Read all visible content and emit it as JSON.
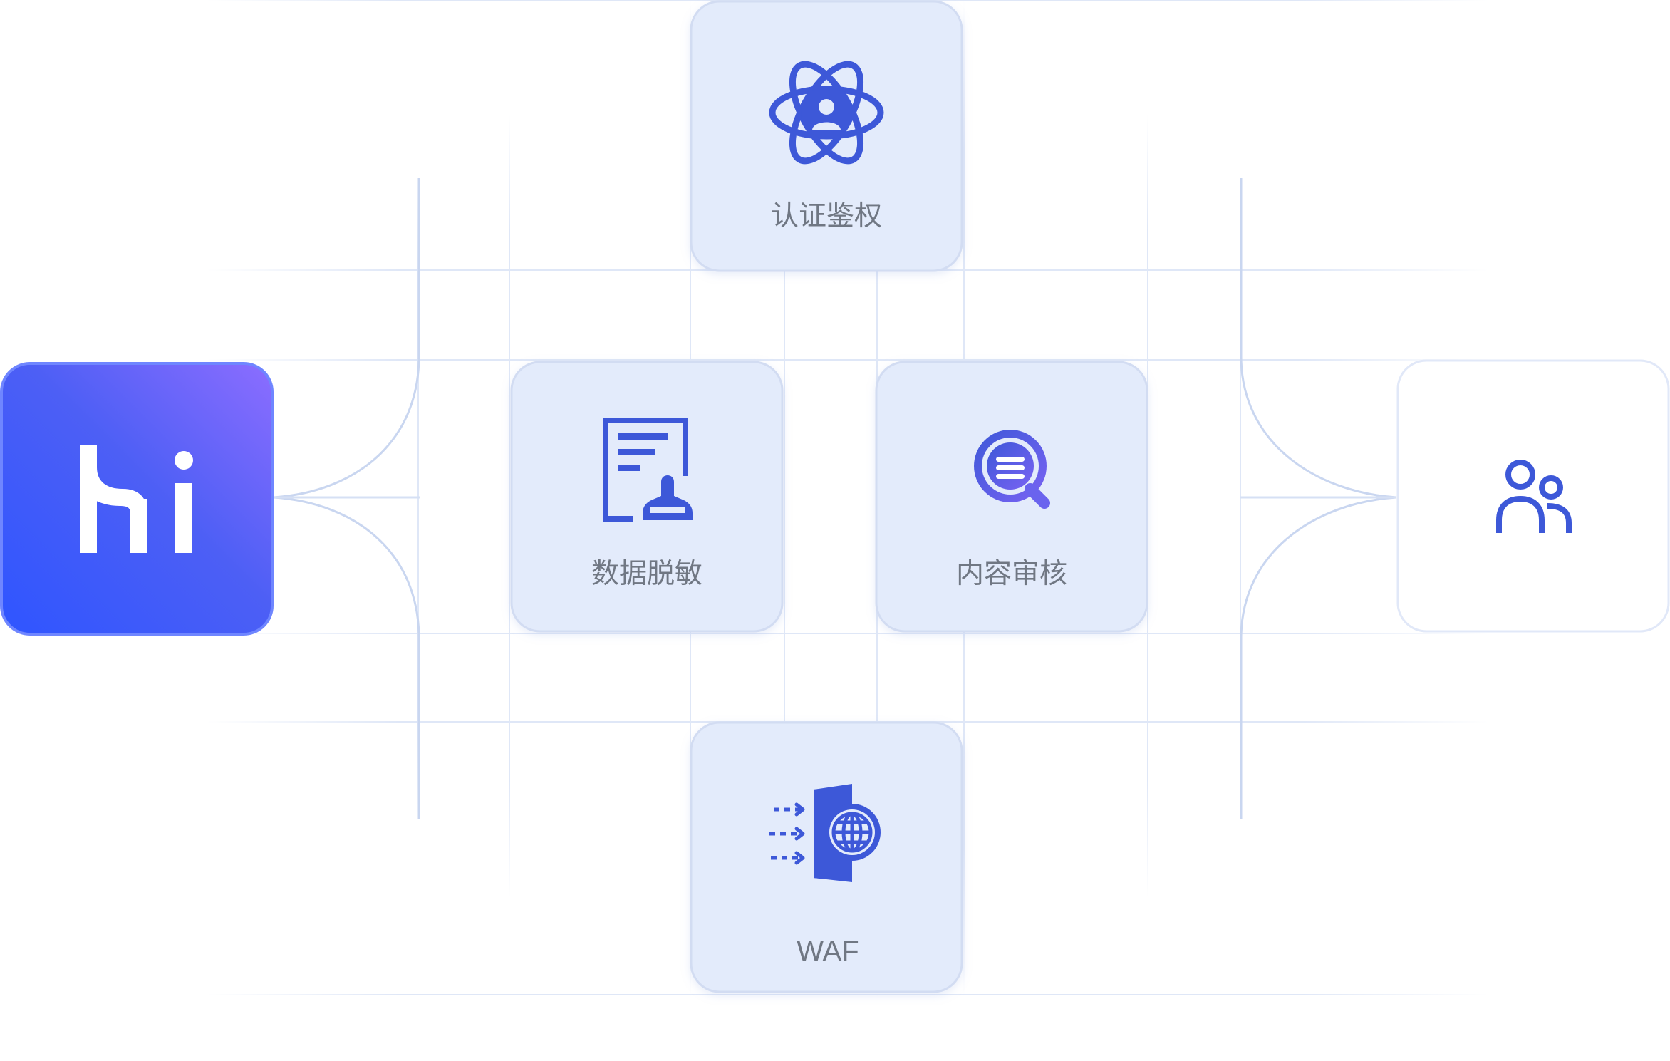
{
  "diagram": {
    "source": {
      "logo_text": "Hi",
      "icon": "hi-logo-icon",
      "gradient": [
        "#3357ff",
        "#8a6cff"
      ]
    },
    "nodes": {
      "auth": {
        "label": "认证鉴权",
        "icon": "atom-user-icon"
      },
      "masking": {
        "label": "数据脱敏",
        "icon": "document-stamp-icon"
      },
      "review": {
        "label": "内容审核",
        "icon": "search-text-icon"
      },
      "waf": {
        "label": "WAF",
        "icon": "firewall-globe-icon"
      }
    },
    "target": {
      "icon": "users-icon"
    },
    "colors": {
      "accent": "#3d58d8",
      "card_fill": "#e3ebfb",
      "card_border": "#d2dcf2",
      "label": "#707783",
      "connector": "#c9d6f0"
    }
  }
}
